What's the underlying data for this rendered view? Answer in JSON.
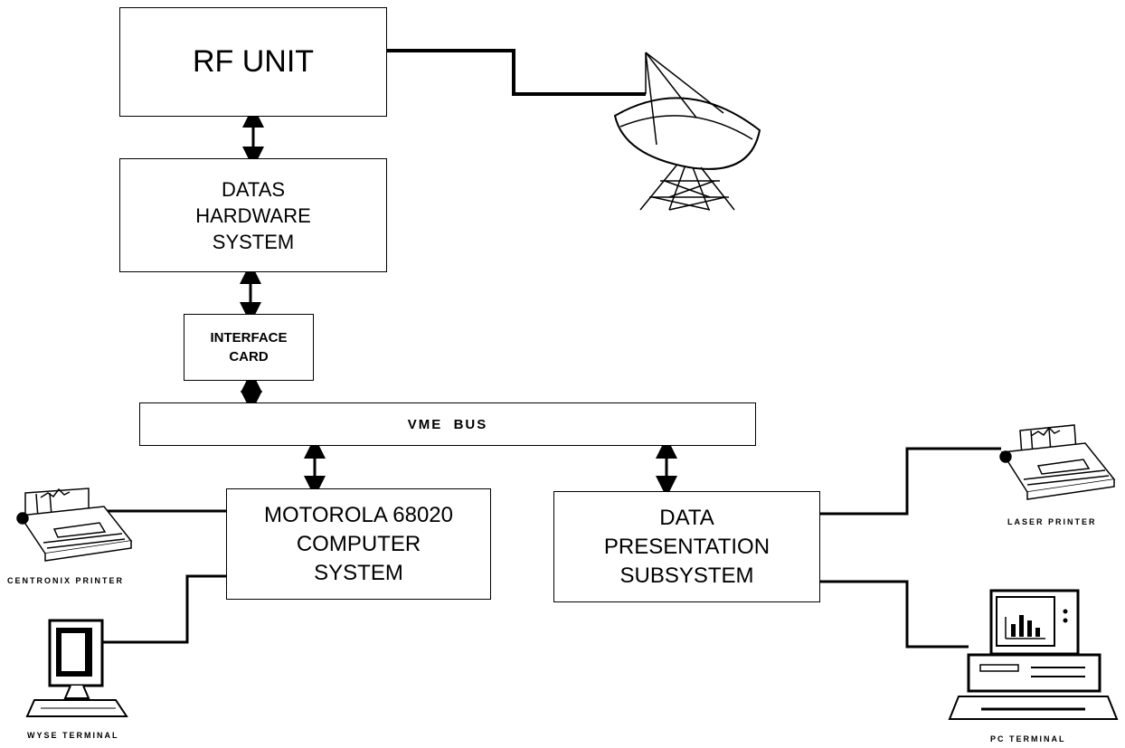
{
  "blocks": {
    "rf_unit": "RF UNIT",
    "datas_hardware": [
      "DATAS",
      "HARDWARE",
      "SYSTEM"
    ],
    "interface_card": [
      "INTERFACE",
      "CARD"
    ],
    "vme_bus": "VME  BUS",
    "motorola": [
      "MOTOROLA 68020",
      "COMPUTER",
      "SYSTEM"
    ],
    "data_presentation": [
      "DATA",
      "PRESENTATION",
      "SUBSYSTEM"
    ]
  },
  "devices": {
    "centronix_printer": "CENTRONIX PRINTER",
    "wyse_terminal": "WYSE TERMINAL",
    "laser_printer": "LASER PRINTER",
    "pc_terminal": "PC TERMINAL"
  },
  "icons": [
    "satellite-dish-icon",
    "printer-icon",
    "terminal-icon",
    "pc-icon"
  ]
}
